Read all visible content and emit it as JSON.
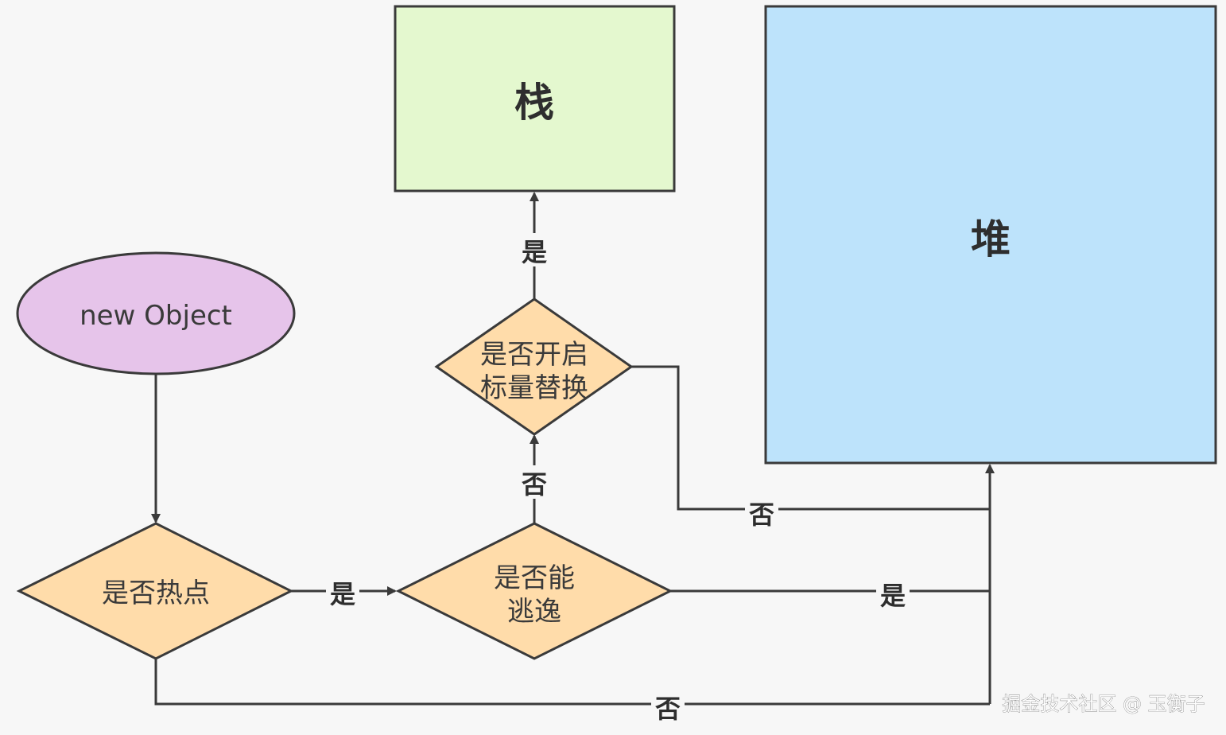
{
  "nodes": {
    "start": {
      "label": "new Object",
      "color": "#e6c4ea"
    },
    "hotspot": {
      "label": "是否热点",
      "color": "#ffdcaa"
    },
    "escape": {
      "line1": "是否能",
      "line2": "逃逸",
      "color": "#ffdcaa"
    },
    "scalar": {
      "line1": "是否开启",
      "line2": "标量替换",
      "color": "#ffdcaa"
    },
    "stack": {
      "label": "栈",
      "color": "#e4f8cf"
    },
    "heap": {
      "label": "堆",
      "color": "#bde3fb"
    }
  },
  "edges": {
    "hotspot_to_escape": "是",
    "escape_to_scalar": "否",
    "scalar_to_stack": "是",
    "scalar_to_heap": "否",
    "escape_to_heap": "是",
    "hotspot_to_heap": "否"
  },
  "watermark": "掘金技术社区 @ 玉衡子"
}
